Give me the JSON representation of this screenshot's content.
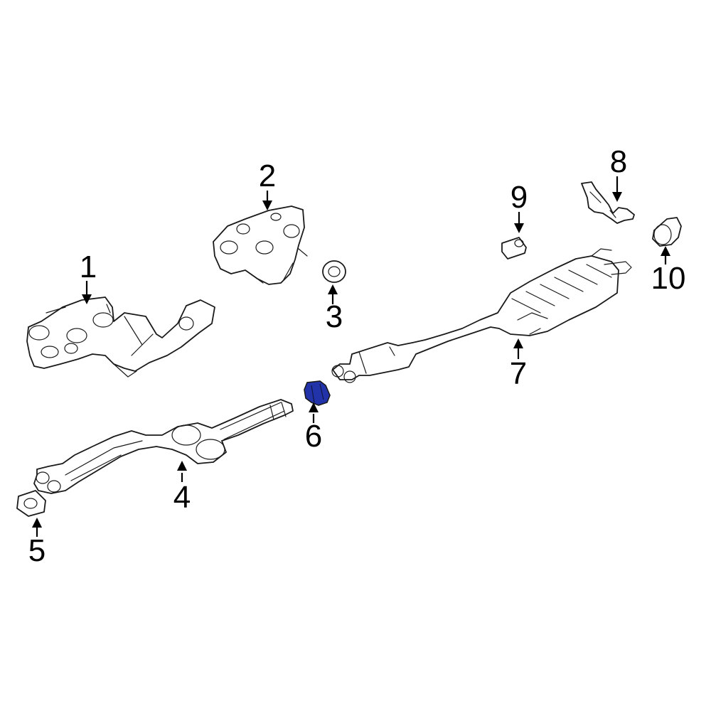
{
  "callouts": [
    {
      "id": "1",
      "label": "1",
      "part": "exhaust manifold front"
    },
    {
      "id": "2",
      "label": "2",
      "part": "exhaust manifold rear"
    },
    {
      "id": "3",
      "label": "3",
      "part": "gasket ring"
    },
    {
      "id": "4",
      "label": "4",
      "part": "front pipe with converters"
    },
    {
      "id": "5",
      "label": "5",
      "part": "flange gasket"
    },
    {
      "id": "6",
      "label": "6",
      "part": "clamp"
    },
    {
      "id": "7",
      "label": "7",
      "part": "muffler assembly"
    },
    {
      "id": "8",
      "label": "8",
      "part": "hanger bracket"
    },
    {
      "id": "9",
      "label": "9",
      "part": "rubber insulator"
    },
    {
      "id": "10",
      "label": "10",
      "part": "exhaust tip"
    }
  ],
  "highlight_color": "#2233aa",
  "line_color": "#1a1a1a"
}
